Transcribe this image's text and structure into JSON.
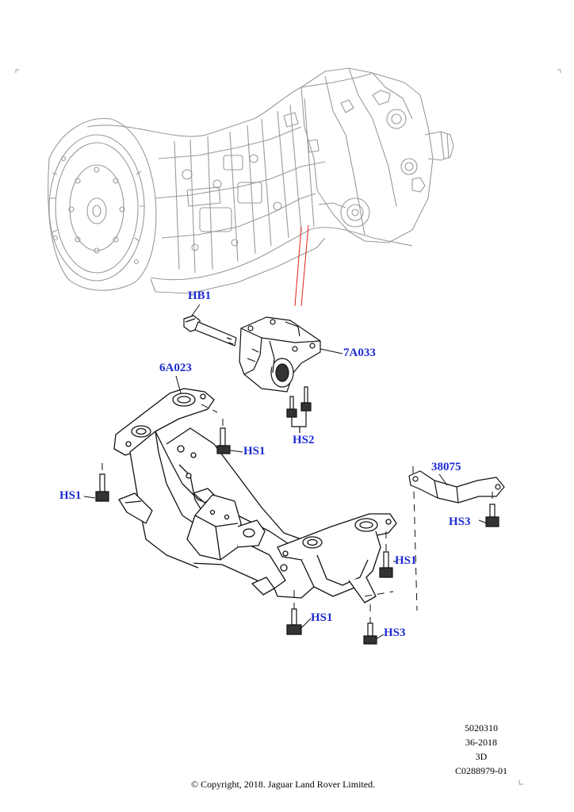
{
  "callouts": {
    "hb1": "HB1",
    "a033": "7A033",
    "a023": "6A023",
    "hs1_top": "HS1",
    "hs1_left": "HS1",
    "hs2": "HS2",
    "p38075": "38075",
    "hs3_right": "HS3",
    "hs1_right": "HS1",
    "hs1_bottom": "HS1",
    "hs3_bottom": "HS3"
  },
  "info": {
    "code1": "5020310",
    "date": "36-2018",
    "view": "3D",
    "ref": "C0288979-01"
  },
  "copyright": "© Copyright, 2018. Jaguar Land Rover Limited.",
  "colors": {
    "callout": "#1c2bd0",
    "leader": "#e0201c",
    "transmission_line": "#9a9a9a",
    "part_line": "#111111"
  }
}
